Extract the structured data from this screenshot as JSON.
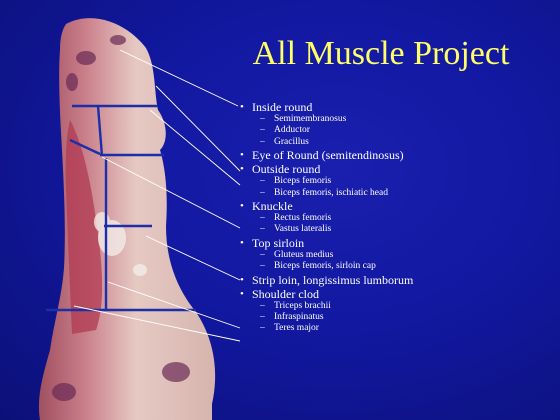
{
  "slide": {
    "title": "All Muscle Project",
    "colors": {
      "background": "#1218a0",
      "title": "#ffff66",
      "text": "#ffffff",
      "segment_lines": "#1a2fa8"
    },
    "image": "beef-hindquarter-carcass",
    "items": [
      {
        "label": "Inside round",
        "subitems": [
          "Semimembranosus",
          "Adductor",
          "Gracillus"
        ]
      },
      {
        "label": "Eye of Round (semitendinosus)",
        "subitems": []
      },
      {
        "label": "Outside round",
        "subitems": [
          "Biceps femoris",
          "Biceps femoris, ischiatic head"
        ]
      },
      {
        "label": "Knuckle",
        "subitems": [
          "Rectus femoris",
          "Vastus lateralis"
        ]
      },
      {
        "label": "Top sirloin",
        "subitems": [
          "Gluteus medius",
          "Biceps femoris, sirloin cap"
        ]
      },
      {
        "label": "Strip loin, longissimus lumborum",
        "subitems": []
      },
      {
        "label": "Shoulder clod",
        "subitems": [
          "Triceps brachii",
          "Infraspinatus",
          "Teres major"
        ]
      }
    ]
  }
}
